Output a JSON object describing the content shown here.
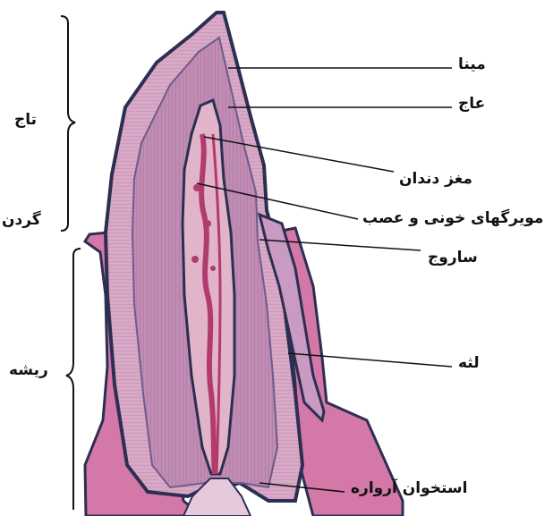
{
  "labels": {
    "enamel": "مینا",
    "dentin": "عاج",
    "pulp": "مغز دندان",
    "vessels": "مویرگهای خونی و عصب",
    "cementum": "ساروج",
    "gum": "لثه",
    "bone": "استخوان آرواره",
    "crown": "تاج",
    "neck": "گردن",
    "root": "ریشه"
  },
  "colors": {
    "enamel": "#d9a9c6",
    "dentin": "#c08cb3",
    "dentin_stripe": "#a7749c",
    "pulp": "#b13b6f",
    "bone": "#d478a8",
    "outline": "#2d2f52",
    "gum": "#c99ac2"
  }
}
